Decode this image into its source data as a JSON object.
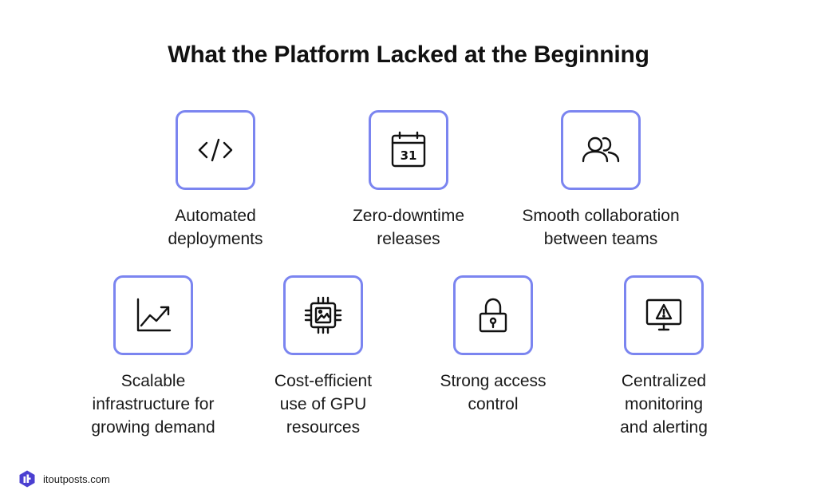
{
  "title": "What the Platform Lacked at the Beginning",
  "items": [
    {
      "icon": "code-icon",
      "label": [
        "Automated",
        "deployments"
      ]
    },
    {
      "icon": "calendar-icon",
      "icon_text": "31",
      "label": [
        "Zero-downtime",
        "releases"
      ]
    },
    {
      "icon": "users-icon",
      "label": [
        "Smooth collaboration",
        "between teams"
      ]
    },
    {
      "icon": "growth-chart-icon",
      "label": [
        "Scalable",
        "infrastructure for",
        "growing demand"
      ]
    },
    {
      "icon": "gpu-chip-icon",
      "label": [
        "Cost-efficient",
        "use of GPU",
        "resources"
      ]
    },
    {
      "icon": "lock-icon",
      "label": [
        "Strong access",
        "control"
      ]
    },
    {
      "icon": "monitor-alert-icon",
      "label": [
        "Centralized",
        "monitoring",
        "and alerting"
      ]
    }
  ],
  "footer": {
    "brand": "itoutposts.com",
    "logo_icon": "itoutposts-logo-icon"
  },
  "colors": {
    "accent": "#7b85f0",
    "text": "#111111",
    "logo": "#4b3fd1"
  }
}
